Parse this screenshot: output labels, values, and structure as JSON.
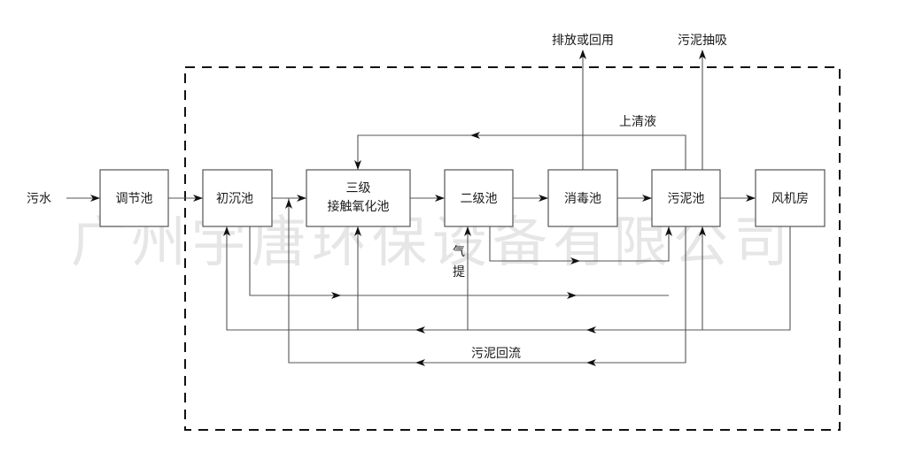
{
  "diagram": {
    "type": "process-flow",
    "watermark": "广州宇唐环保设备有限公司",
    "input_label": "污水",
    "units": [
      {
        "id": "tiaojie",
        "line1": "调节池",
        "line2": ""
      },
      {
        "id": "chuchen",
        "line1": "初沉池",
        "line2": ""
      },
      {
        "id": "jiechu",
        "line1": "三级",
        "line2": "接触氧化池"
      },
      {
        "id": "erji",
        "line1": "二级池",
        "line2": ""
      },
      {
        "id": "xiaodu",
        "line1": "消毒池",
        "line2": ""
      },
      {
        "id": "wuni",
        "line1": "污泥池",
        "line2": ""
      },
      {
        "id": "fengji",
        "line1": "风机房",
        "line2": ""
      }
    ],
    "outputs": {
      "discharge": "排放或回用",
      "sludge_suction": "污泥抽吸"
    },
    "flow_labels": {
      "supernatant": "上清液",
      "air_lift_1": "气",
      "air_lift_2": "提",
      "sludge_return": "污泥回流"
    },
    "colors": {
      "line": "#555555",
      "frame": "#111111",
      "text": "#1a1a1a",
      "watermark": "#e6e6e6"
    }
  }
}
